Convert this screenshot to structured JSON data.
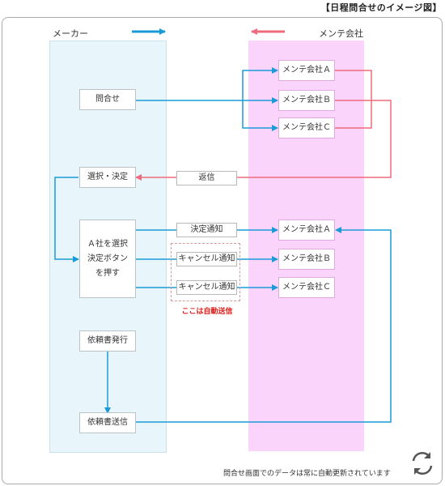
{
  "title": "【日程問合せのイメージ図】",
  "columns": {
    "maker": "メーカー",
    "maintenance": "メンテ会社"
  },
  "maker_boxes": {
    "inquiry": "問合せ",
    "select_decide": "選択・決定",
    "press_button": [
      "Ａ社を選択",
      "決定ボタン",
      "を押す"
    ],
    "issue_request": "依頼書発行",
    "send_request": "依頼書送信"
  },
  "maint_boxes": {
    "top": [
      "メンテ会社Ａ",
      "メンテ会社Ｂ",
      "メンテ会社Ｃ"
    ],
    "bottom": [
      "メンテ会社Ａ",
      "メンテ会社Ｂ",
      "メンテ会社Ｃ"
    ]
  },
  "middle_labels": {
    "reply": "返信",
    "decision_notice": "決定通知",
    "cancel_notice_1": "キャンセル通知",
    "cancel_notice_2": "キャンセル通知"
  },
  "auto_send_note": "ここは自動送信",
  "footer_note": "問合せ画面でのデータは常に自動更新されています",
  "colors": {
    "blue_arrow": "#1a9bd7",
    "pink_arrow": "#ef6b7d",
    "maker_bg": "#e8f5fb",
    "maint_bg": "#fbd4fb",
    "auto_note": "#e0211c"
  },
  "icons": {
    "refresh": "refresh-icon"
  }
}
